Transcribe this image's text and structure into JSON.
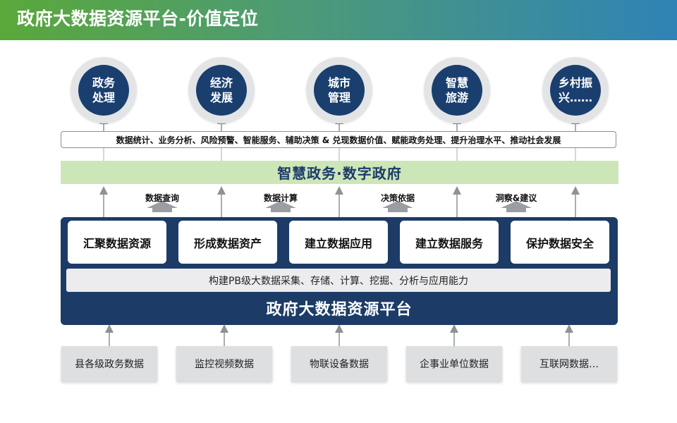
{
  "header": {
    "title": "政府大数据资源平台-价值定位"
  },
  "colors": {
    "title_gradient_start": "#5aa83a",
    "title_gradient_end": "#2f83b6",
    "navy": "#1c3c67",
    "circle_fill": "#1a3f6e",
    "smart_gov_fill": "#cde6b8",
    "source_fill": "#dedfe1"
  },
  "scenarios": [
    {
      "label": "政务\n处理"
    },
    {
      "label": "经济\n发展"
    },
    {
      "label": "城市\n管理"
    },
    {
      "label": "智慧\n旅游"
    },
    {
      "label": "乡村振\n兴……"
    }
  ],
  "benefits": {
    "text": "数据统计、业务分析、风险预警、智能服务、辅助决策 & 兑现数据价值、赋能政务处理、提升治理水平、推动社会发展"
  },
  "smart_gov": {
    "label": "智慧政务·数字政府"
  },
  "flows": [
    {
      "label": "数据查询"
    },
    {
      "label": "数据计算"
    },
    {
      "label": "决策依据"
    },
    {
      "label": "洞察&建议"
    }
  ],
  "platform": {
    "capabilities": [
      {
        "label": "汇聚数据资源"
      },
      {
        "label": "形成数据资产"
      },
      {
        "label": "建立数据应用"
      },
      {
        "label": "建立数据服务"
      },
      {
        "label": "保护数据安全"
      }
    ],
    "capability_text": "构建PB级大数据采集、存储、计算、挖掘、分析与应用能力",
    "title": "政府大数据资源平台"
  },
  "sources": [
    {
      "label": "县各级政务数据"
    },
    {
      "label": "监控视频数据"
    },
    {
      "label": "物联设备数据"
    },
    {
      "label": "企事业单位数据"
    },
    {
      "label": "互联网数据…"
    }
  ]
}
